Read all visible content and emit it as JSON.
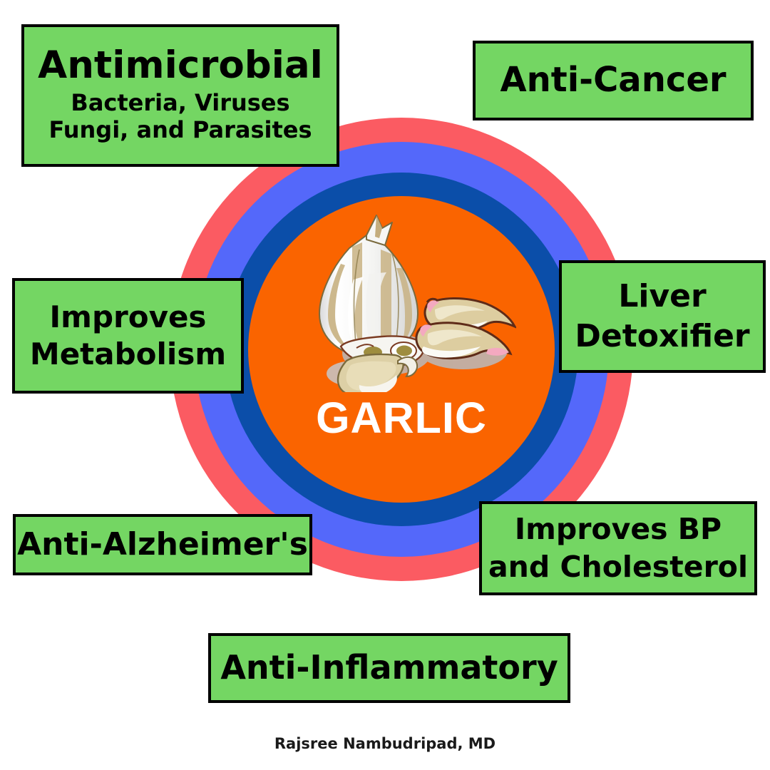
{
  "infographic": {
    "subject": "GARLIC",
    "credit": "Rajsree Nambudripad, MD",
    "colors": {
      "box_fill": "#74d663",
      "box_border": "#000000",
      "ring_outer_red": "#fb5b62",
      "ring_periwinkle": "#5468fa",
      "ring_darkblue": "#0b4ea9",
      "core_orange": "#fa6400",
      "center_label": "#ffffff",
      "background": "#ffffff"
    }
  },
  "center": {
    "label": "GARLIC",
    "icon": "garlic-bulb-and-cloves-illustration"
  },
  "benefits": [
    {
      "id": "antimicrobial",
      "title": "Antimicrobial",
      "subtitle": "Bacteria, Viruses\nFungi, and Parasites",
      "position": "top-left"
    },
    {
      "id": "anti-cancer",
      "title": "Anti-Cancer",
      "subtitle": "",
      "position": "top-right"
    },
    {
      "id": "improves-metabolism",
      "title": "Improves\nMetabolism",
      "subtitle": "",
      "position": "middle-left"
    },
    {
      "id": "liver-detoxifier",
      "title": "Liver\nDetoxifier",
      "subtitle": "",
      "position": "middle-right"
    },
    {
      "id": "anti-alzheimers",
      "title": "Anti-Alzheimer's",
      "subtitle": "",
      "position": "lower-left"
    },
    {
      "id": "improves-bp-cholesterol",
      "title": "Improves BP\nand Cholesterol",
      "subtitle": "",
      "position": "lower-right"
    },
    {
      "id": "anti-inflammatory",
      "title": "Anti-Inflammatory",
      "subtitle": "",
      "position": "bottom-center"
    }
  ]
}
